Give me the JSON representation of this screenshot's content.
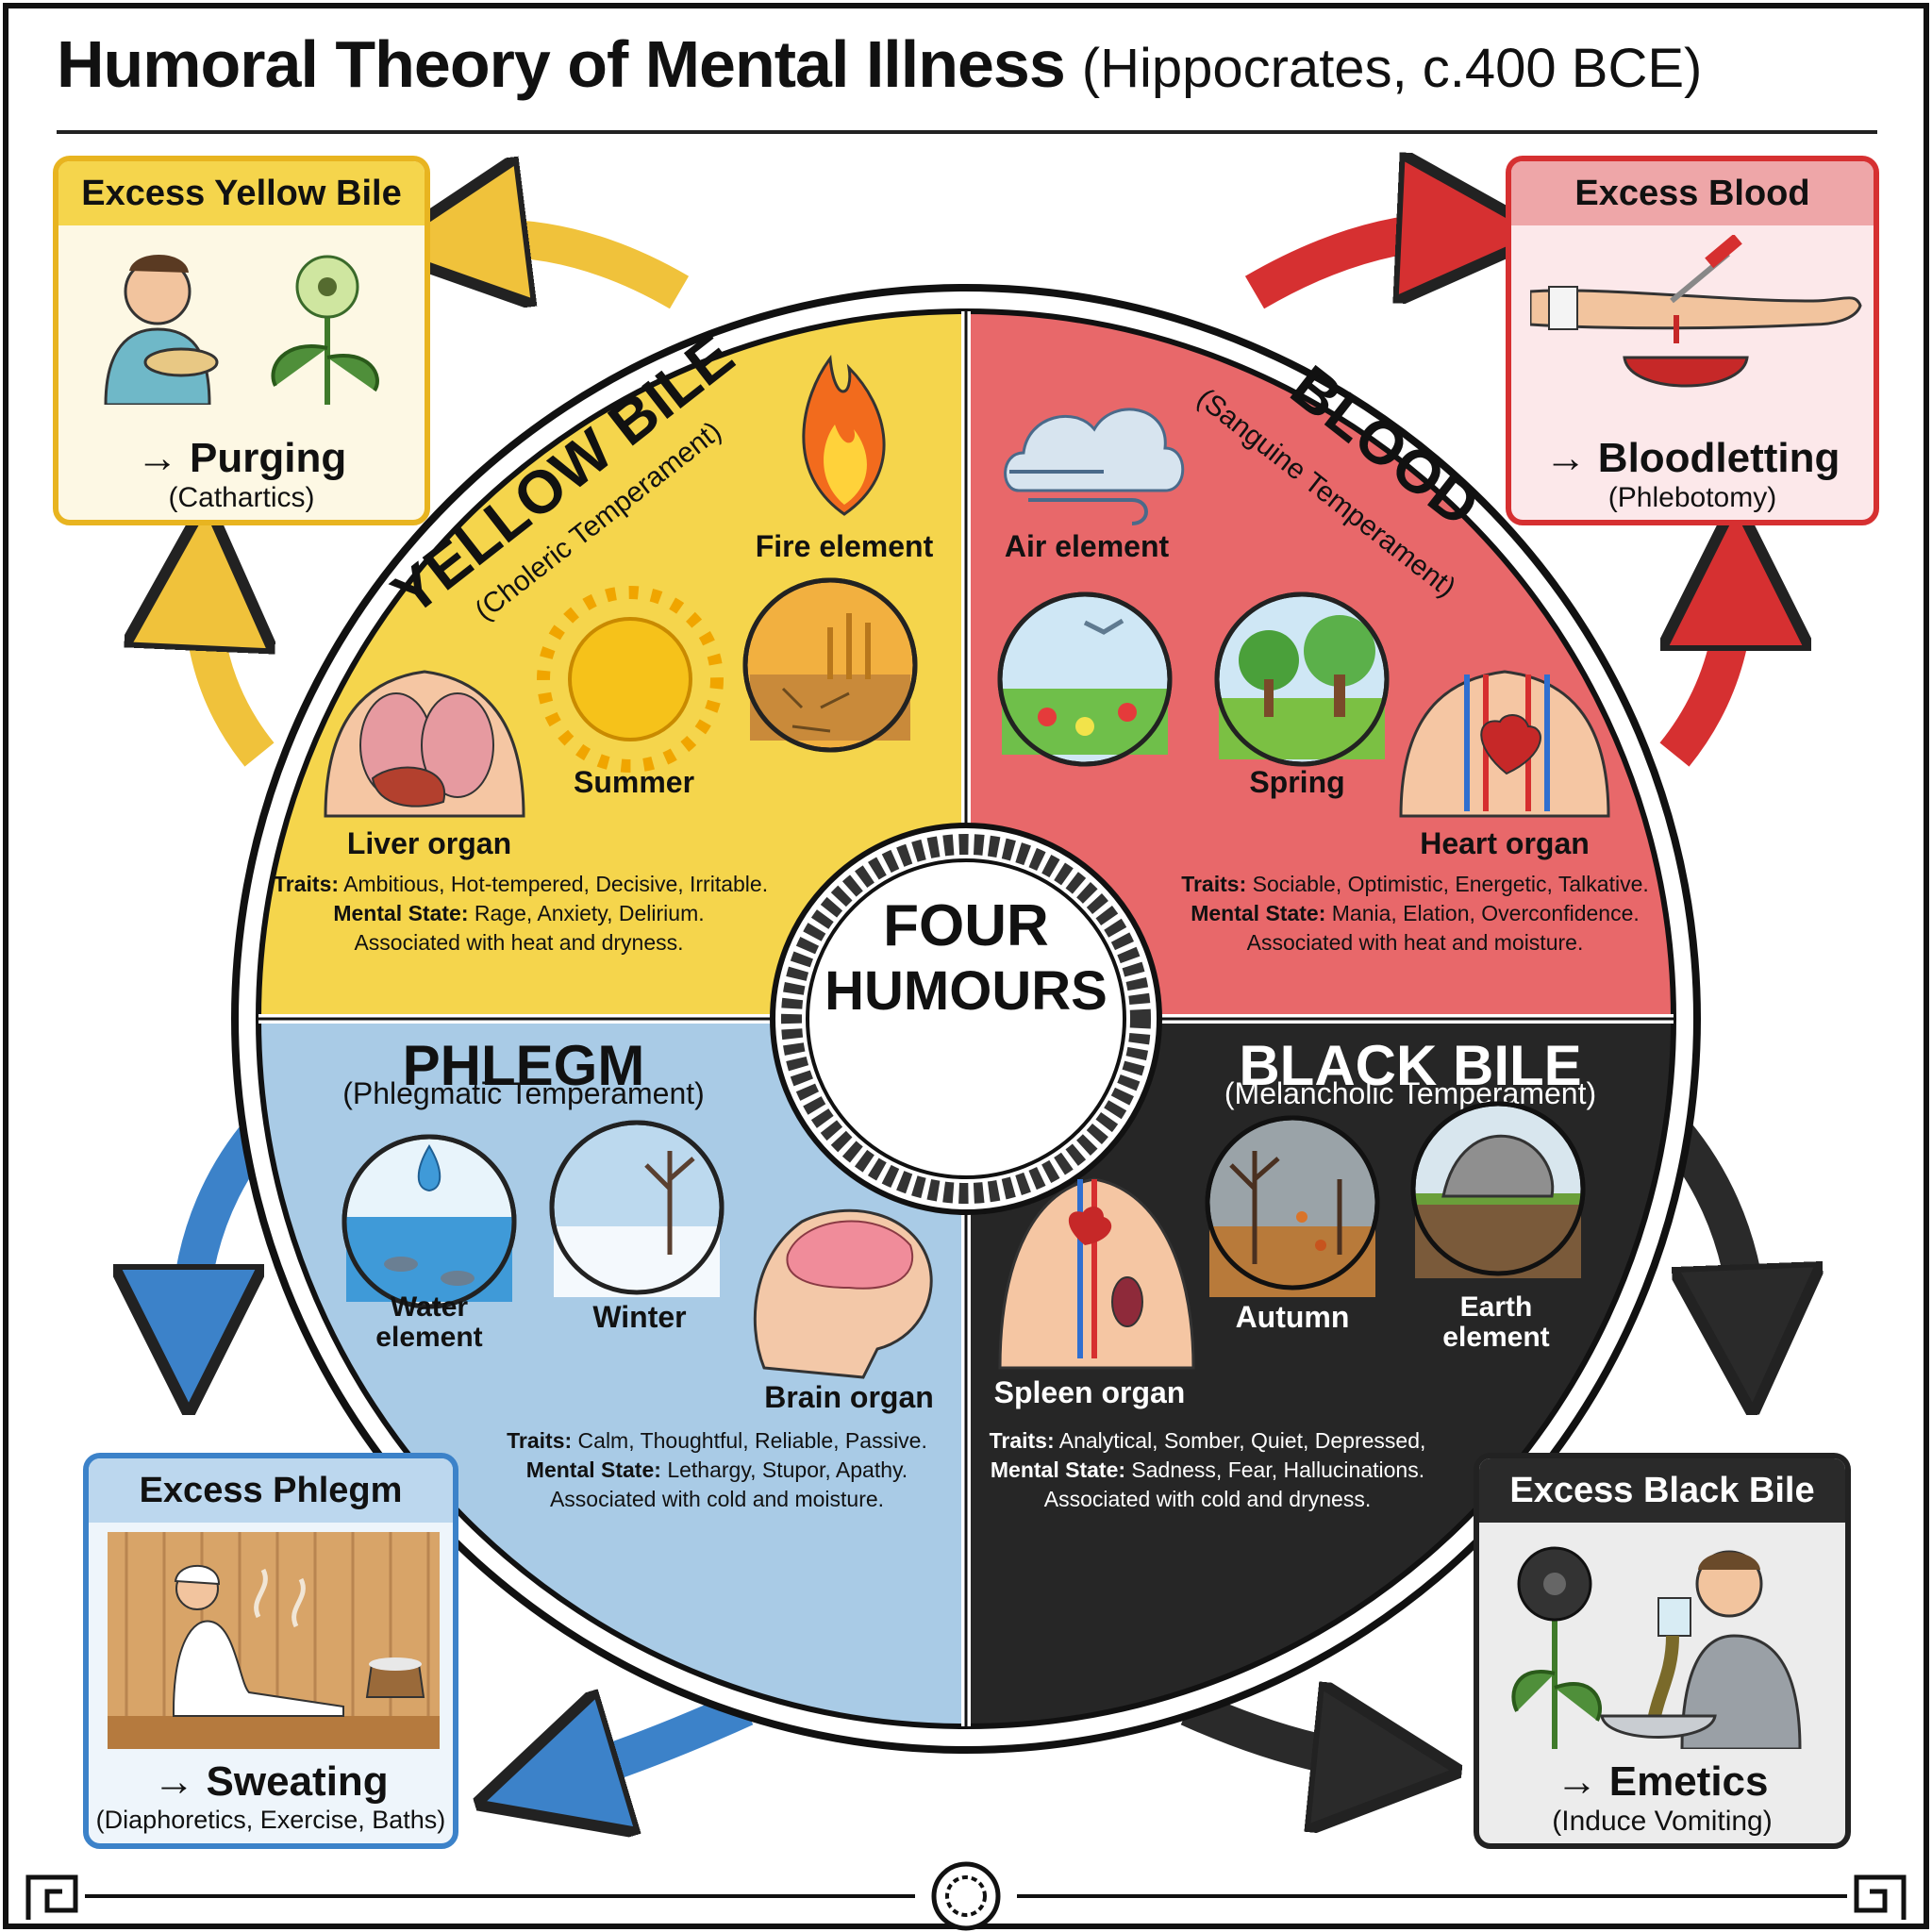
{
  "title": {
    "main": "Humoral Theory of Mental Illness",
    "sub": "(Hippocrates, c.400 BCE)"
  },
  "center": {
    "line1": "FOUR",
    "line2": "HUMOURS"
  },
  "colors": {
    "yellow": "#f5d54c",
    "red": "#e8686a",
    "blue": "#a9cbe6",
    "black": "#262626",
    "yellow_arrow": "#f0c23b",
    "red_arrow": "#d63031",
    "blue_arrow": "#3c82c9",
    "black_arrow": "#2a2a2a"
  },
  "humours": {
    "yellow": {
      "name": "YELLOW BILE",
      "temperament": "(Choleric Temperament)",
      "element": "Fire element",
      "season": "Summer",
      "organ": "Liver organ",
      "traits_label": "Traits:",
      "traits": "Ambitious, Hot-tempered, Decisive, Irritable.",
      "mental_label": "Mental State:",
      "mental": "Rage, Anxiety, Delirium.",
      "assoc": "Associated with heat and dryness."
    },
    "blood": {
      "name": "BLOOD",
      "temperament": "(Sanguine Temperament)",
      "element": "Air element",
      "season": "Spring",
      "organ": "Heart organ",
      "traits_label": "Traits:",
      "traits": "Sociable, Optimistic, Energetic, Talkative.",
      "mental_label": "Mental State:",
      "mental": "Mania, Elation, Overconfidence.",
      "assoc": "Associated with heat and moisture."
    },
    "phlegm": {
      "name": "PHLEGM",
      "temperament": "(Phlegmatic Temperament)",
      "element_l1": "Water",
      "element_l2": "element",
      "season": "Winter",
      "organ": "Brain organ",
      "traits_label": "Traits:",
      "traits": "Calm, Thoughtful, Reliable, Passive.",
      "mental_label": "Mental State:",
      "mental": "Lethargy, Stupor, Apathy.",
      "assoc": "Associated with cold and moisture."
    },
    "black": {
      "name": "BLACK BILE",
      "temperament": "(Melancholic Temperament)",
      "element_l1": "Earth",
      "element_l2": "element",
      "season": "Autumn",
      "organ": "Spleen organ",
      "traits_label": "Traits:",
      "traits": "Analytical, Somber, Quiet, Depressed,",
      "mental_label": "Mental State:",
      "mental": "Sadness, Fear, Hallucinations.",
      "assoc": "Associated with cold and dryness."
    }
  },
  "treatments": {
    "yellow": {
      "header": "Excess Yellow Bile",
      "treatment": "→ Purging",
      "detail": "(Cathartics)"
    },
    "blood": {
      "header": "Excess Blood",
      "treatment": "→ Bloodletting",
      "detail": "(Phlebotomy)"
    },
    "phlegm": {
      "header": "Excess Phlegm",
      "treatment": "→ Sweating",
      "detail": "(Diaphoretics, Exercise, Baths)"
    },
    "black": {
      "header": "Excess Black Bile",
      "treatment": "→ Emetics",
      "detail": "(Induce Vomiting)"
    }
  }
}
